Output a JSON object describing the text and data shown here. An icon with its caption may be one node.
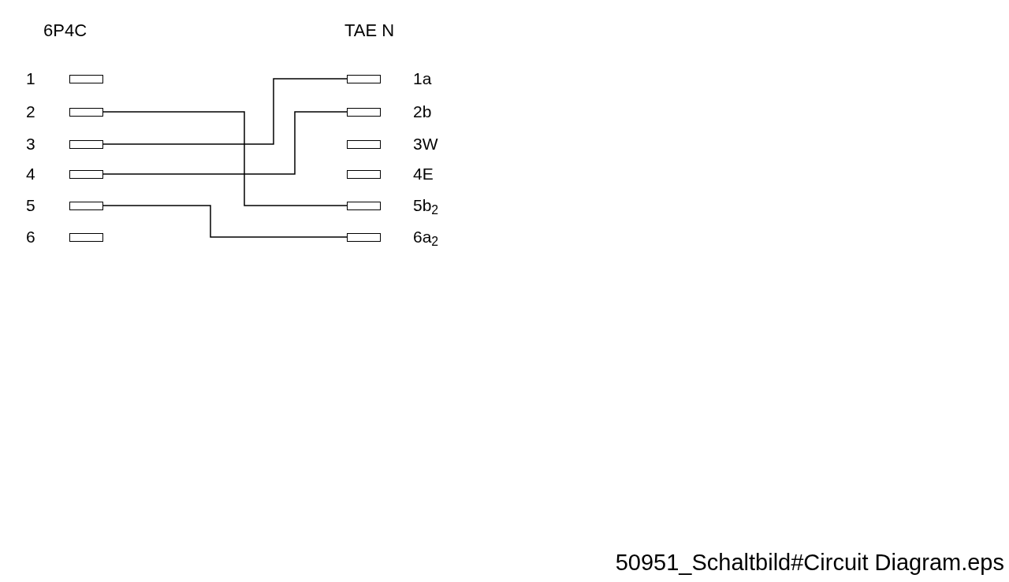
{
  "diagram": {
    "caption": "50951_Schaltbild#Circuit Diagram.eps",
    "nodes": [
      {
        "text": [],
        "shape": "box",
        "beside": [
          "1"
        ]
      },
      {
        "text": [],
        "shape": "box",
        "beside": [
          "2"
        ]
      },
      {
        "text": [],
        "shape": "box",
        "beside": [
          "3"
        ]
      },
      {
        "text": [],
        "shape": "box",
        "beside": [
          "4"
        ]
      },
      {
        "text": [],
        "shape": "box",
        "beside": [
          "5"
        ]
      },
      {
        "text": [],
        "shape": "box",
        "beside": [
          "6"
        ]
      },
      {
        "text": [],
        "shape": "box",
        "beside": [
          "1a"
        ]
      },
      {
        "text": [],
        "shape": "box",
        "beside": [
          "2b"
        ]
      },
      {
        "text": [],
        "shape": "box",
        "beside": [
          "3W"
        ]
      },
      {
        "text": [],
        "shape": "box",
        "beside": [
          "4E"
        ]
      },
      {
        "text": [],
        "shape": "box",
        "beside": [
          "5b$_{2}$"
        ]
      },
      {
        "text": [],
        "shape": "box",
        "beside": [
          "6a$_{2}$"
        ]
      }
    ],
    "edges": [
      {
        "from": 1,
        "to": 10,
        "arrow": "none"
      },
      {
        "from": 2,
        "to": 6,
        "arrow": "none"
      },
      {
        "from": 3,
        "to": 7,
        "arrow": "none"
      },
      {
        "from": 4,
        "to": 11,
        "arrow": "none"
      }
    ],
    "labels": [
      "6P4C",
      "TAE N"
    ]
  }
}
